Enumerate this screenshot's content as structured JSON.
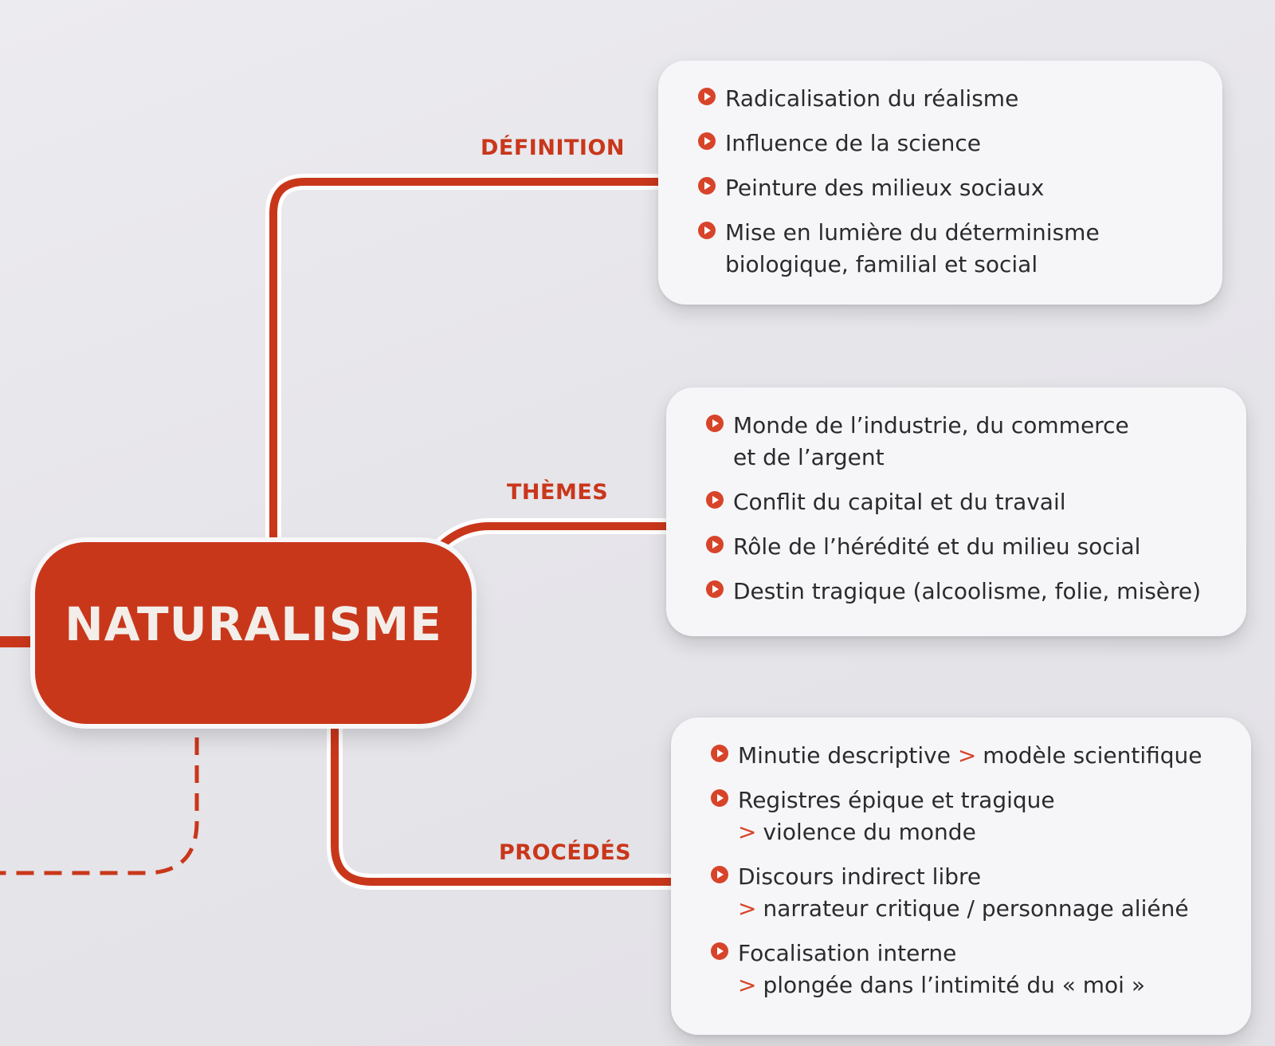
{
  "center": {
    "label": "NATURALISME"
  },
  "colors": {
    "accent": "#c9371b",
    "card": "#f6f6f8",
    "text": "#2b2b2e"
  },
  "branches": [
    {
      "label": "DÉFINITION",
      "items": [
        {
          "lines": [
            {
              "text": "Radicalisation du réalisme"
            }
          ]
        },
        {
          "lines": [
            {
              "text": "Influence de la science"
            }
          ]
        },
        {
          "lines": [
            {
              "text": "Peinture des milieux sociaux"
            }
          ]
        },
        {
          "lines": [
            {
              "text": "Mise en lumière du déterminisme"
            },
            {
              "text": "biologique, familial et social"
            }
          ]
        }
      ]
    },
    {
      "label": "THÈMES",
      "items": [
        {
          "lines": [
            {
              "text": "Monde de l’industrie, du commerce"
            },
            {
              "text": "et de l’argent"
            }
          ]
        },
        {
          "lines": [
            {
              "text": "Conflit du capital et du travail"
            }
          ]
        },
        {
          "lines": [
            {
              "text": "Rôle de l’hérédité et du milieu social"
            }
          ]
        },
        {
          "lines": [
            {
              "text": "Destin tragique (alcoolisme, folie, misère)"
            }
          ]
        }
      ]
    },
    {
      "label": "PROCÉDÉS",
      "items": [
        {
          "lines": [
            {
              "text": "Minutie descriptive",
              "arrow": ">",
              "suffix": "modèle scientifique"
            }
          ]
        },
        {
          "lines": [
            {
              "text": "Registres épique et tragique"
            },
            {
              "arrow": ">",
              "text": "violence du monde"
            }
          ]
        },
        {
          "lines": [
            {
              "text": "Discours indirect libre"
            },
            {
              "arrow": ">",
              "text": "narrateur critique / personnage aliéné"
            }
          ]
        },
        {
          "lines": [
            {
              "text": "Focalisation interne"
            },
            {
              "arrow": ">",
              "text": "plongée dans l’intimité du « moi »"
            }
          ]
        }
      ]
    }
  ]
}
